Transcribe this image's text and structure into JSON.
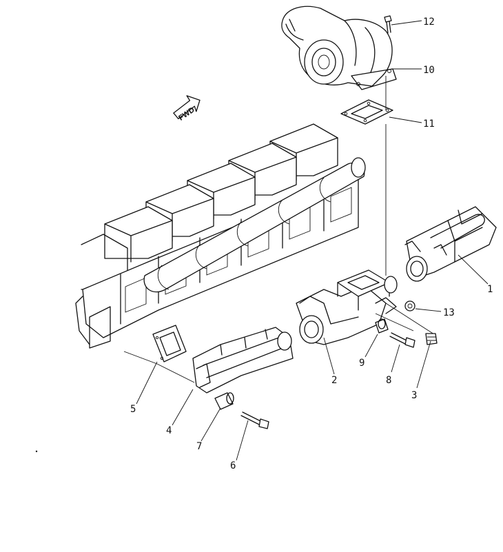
{
  "diagram": {
    "direction_marker": "FWD",
    "callouts": [
      {
        "id": "1",
        "text": "1"
      },
      {
        "id": "2",
        "text": "2"
      },
      {
        "id": "3",
        "text": "3"
      },
      {
        "id": "4",
        "text": "4"
      },
      {
        "id": "5",
        "text": "5"
      },
      {
        "id": "6",
        "text": "6"
      },
      {
        "id": "7",
        "text": "7"
      },
      {
        "id": "8",
        "text": "8"
      },
      {
        "id": "9",
        "text": "9"
      },
      {
        "id": "10",
        "text": "10"
      },
      {
        "id": "11",
        "text": "11"
      },
      {
        "id": "12",
        "text": "12"
      },
      {
        "id": "13",
        "text": "13"
      }
    ]
  }
}
